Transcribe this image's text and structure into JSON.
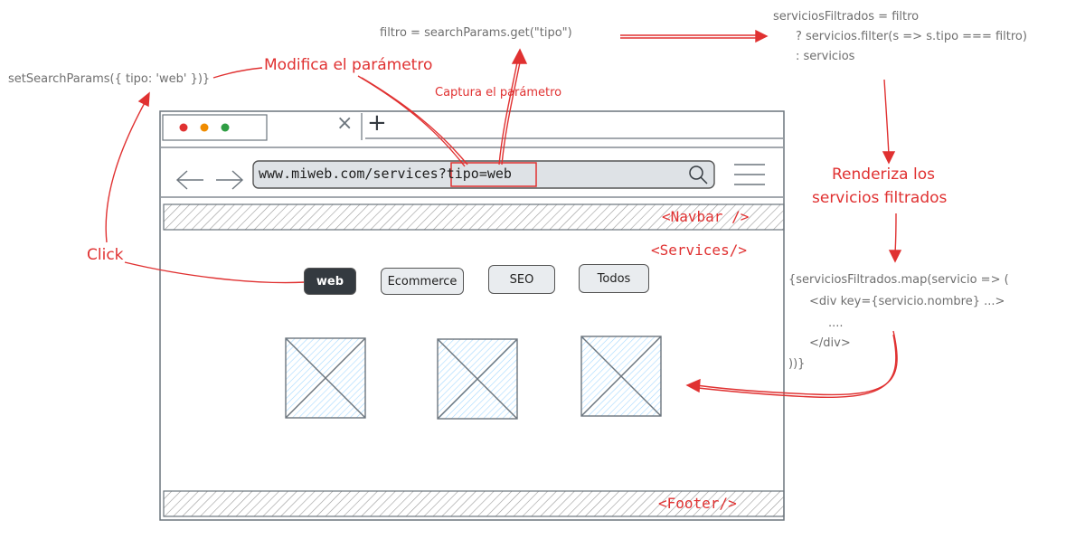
{
  "code": {
    "set_params": "setSearchParams({ tipo: 'web' })}",
    "filtro": "filtro = searchParams.get(\"tipo\")",
    "filtrados": [
      "serviciosFiltrados = filtro",
      "? servicios.filter(s => s.tipo === filtro)",
      ": servicios"
    ],
    "map_block": [
      "{serviciosFiltrados.map(servicio => (",
      "<div key={servicio.nombre} ...>",
      "....",
      "</div>",
      "))}"
    ]
  },
  "annotations": {
    "modifica": "Modifica el parámetro",
    "captura": "Captura el parámetro",
    "click": "Click",
    "renderiza_1": "Renderiza los",
    "renderiza_2": "servicios filtrados"
  },
  "browser": {
    "url_base": "www.miweb.com/services",
    "url_query": "?tipo=web",
    "tab_close": "×",
    "tab_new": "+"
  },
  "page": {
    "navbar_tag": "<Navbar />",
    "services_tag": "<Services/>",
    "footer_tag": "<Footer/>",
    "filters": [
      "web",
      "Ecommerce",
      "SEO",
      "Todos"
    ]
  },
  "colors": {
    "accent": "#e03131",
    "ink": "#1e1e1e",
    "muted": "#6f6f6f",
    "placeholder": "#a5d8ff"
  }
}
